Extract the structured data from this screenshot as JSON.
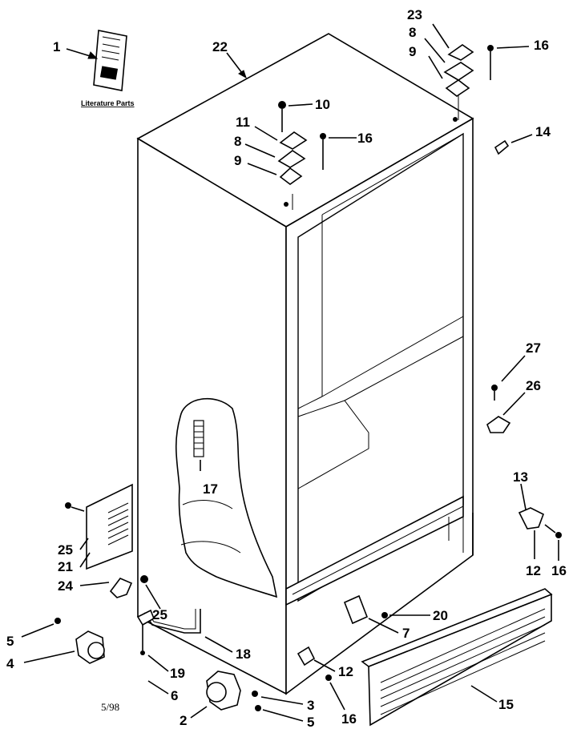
{
  "literature": {
    "label": "Literature Parts"
  },
  "date_code": "5/98",
  "callouts": [
    {
      "id": "c1",
      "text": "1"
    },
    {
      "id": "c22",
      "text": "22"
    },
    {
      "id": "c23",
      "text": "23"
    },
    {
      "id": "c8a",
      "text": "8"
    },
    {
      "id": "c9a",
      "text": "9"
    },
    {
      "id": "c16a",
      "text": "16"
    },
    {
      "id": "c10",
      "text": "10"
    },
    {
      "id": "c11",
      "text": "11"
    },
    {
      "id": "c16b",
      "text": "16"
    },
    {
      "id": "c8b",
      "text": "8"
    },
    {
      "id": "c9b",
      "text": "9"
    },
    {
      "id": "c14",
      "text": "14"
    },
    {
      "id": "c27",
      "text": "27"
    },
    {
      "id": "c26",
      "text": "26"
    },
    {
      "id": "c17",
      "text": "17"
    },
    {
      "id": "c13",
      "text": "13"
    },
    {
      "id": "c12a",
      "text": "12"
    },
    {
      "id": "c16c",
      "text": "16"
    },
    {
      "id": "c25a",
      "text": "25"
    },
    {
      "id": "c21",
      "text": "21"
    },
    {
      "id": "c24",
      "text": "24"
    },
    {
      "id": "c25b",
      "text": "25"
    },
    {
      "id": "c20",
      "text": "20"
    },
    {
      "id": "c7",
      "text": "7"
    },
    {
      "id": "c5a",
      "text": "5"
    },
    {
      "id": "c4",
      "text": "4"
    },
    {
      "id": "c18",
      "text": "18"
    },
    {
      "id": "c19",
      "text": "19"
    },
    {
      "id": "c12b",
      "text": "12"
    },
    {
      "id": "c6",
      "text": "6"
    },
    {
      "id": "c3",
      "text": "3"
    },
    {
      "id": "c15",
      "text": "15"
    },
    {
      "id": "c2",
      "text": "2"
    },
    {
      "id": "c5b",
      "text": "5"
    },
    {
      "id": "c16d",
      "text": "16"
    }
  ]
}
